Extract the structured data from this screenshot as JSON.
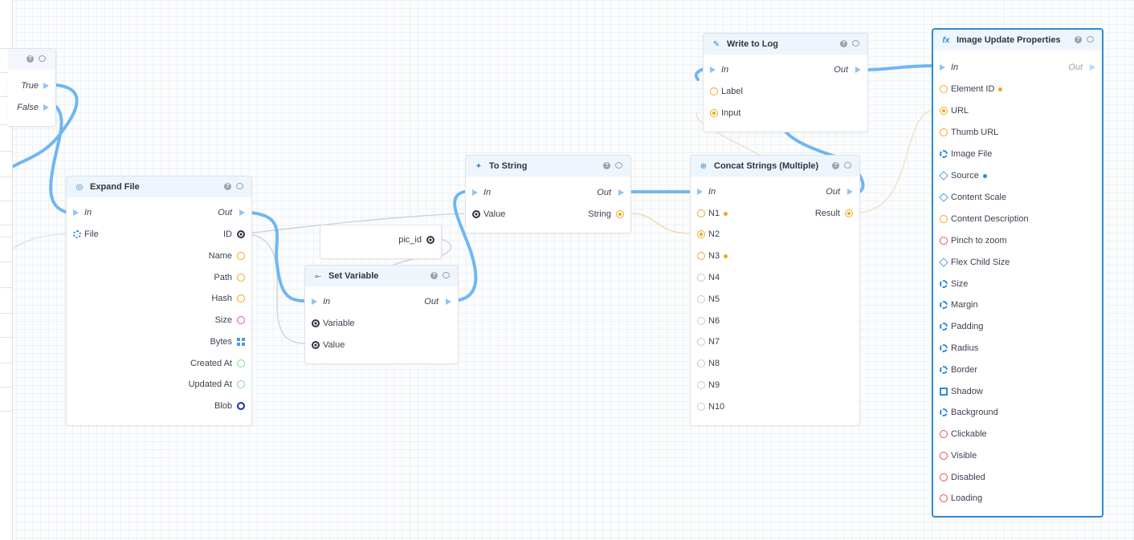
{
  "branch": {
    "true_label": "True",
    "false_label": "False"
  },
  "expand_file": {
    "title": "Expand File",
    "in": "In",
    "out": "Out",
    "file": "File",
    "outputs": [
      "ID",
      "Name",
      "Path",
      "Hash",
      "Size",
      "Bytes",
      "Created At",
      "Updated At",
      "Blob"
    ]
  },
  "literal": {
    "value": "pic_id"
  },
  "set_variable": {
    "title": "Set Variable",
    "in": "In",
    "out": "Out",
    "variable": "Variable",
    "value": "Value"
  },
  "to_string": {
    "title": "To String",
    "in": "In",
    "out": "Out",
    "value": "Value",
    "string": "String"
  },
  "write_to_log": {
    "title": "Write to Log",
    "in": "In",
    "out": "Out",
    "label": "Label",
    "input": "Input"
  },
  "concat": {
    "title": "Concat Strings (Multiple)",
    "in": "In",
    "out": "Out",
    "result": "Result",
    "inputs": [
      "N1",
      "N2",
      "N3",
      "N4",
      "N5",
      "N6",
      "N7",
      "N8",
      "N9",
      "N10"
    ]
  },
  "image_update": {
    "title": "Image Update Properties",
    "in": "In",
    "out": "Out",
    "props": [
      "Element ID",
      "URL",
      "Thumb URL",
      "Image File",
      "Source",
      "Content Scale",
      "Content Description",
      "Pinch to zoom",
      "Flex Child Size",
      "Size",
      "Margin",
      "Padding",
      "Radius",
      "Border",
      "Shadow",
      "Background",
      "Clickable",
      "Visible",
      "Disabled",
      "Loading"
    ]
  },
  "colors": {
    "accent": "#2d8ad8",
    "flow_wire": "#6fb6f2",
    "string_pin": "#f2a91c",
    "bool_pin": "#e05252"
  },
  "icons": {
    "help": "question-icon",
    "comment": "comment-icon",
    "flow": "triangle-icon"
  }
}
